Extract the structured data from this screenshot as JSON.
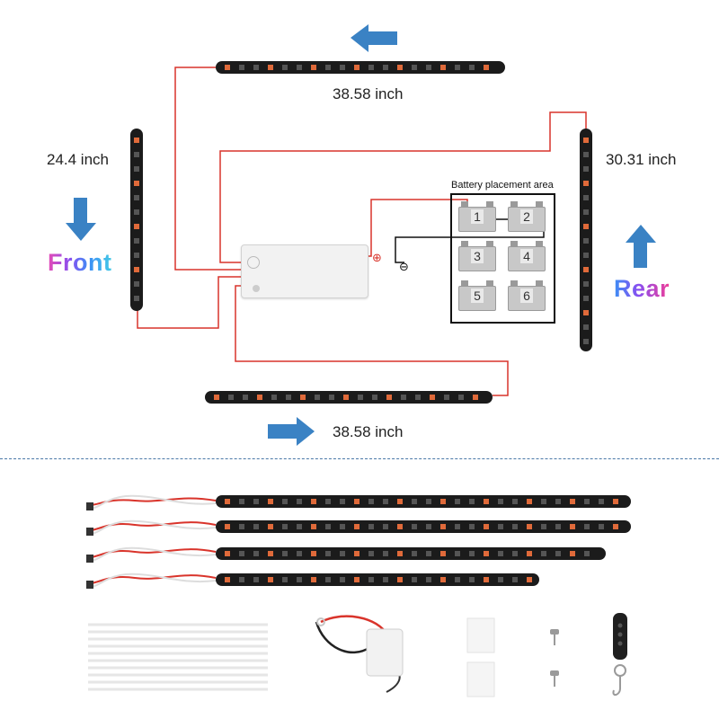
{
  "labels": {
    "top_length": "38.58 inch",
    "bottom_length": "38.58 inch",
    "left_length": "24.4 inch",
    "right_length": "30.31 inch",
    "front": "Front",
    "rear": "Rear",
    "battery_area": "Battery placement area",
    "positive": "⊕",
    "negative": "⊖"
  },
  "batteries": [
    "1",
    "2",
    "3",
    "4",
    "5",
    "6"
  ],
  "colors": {
    "arrow": "#3a82c4",
    "wire": "#d9342b",
    "strip": "#1b1b1b",
    "led": "#e06a3a"
  }
}
